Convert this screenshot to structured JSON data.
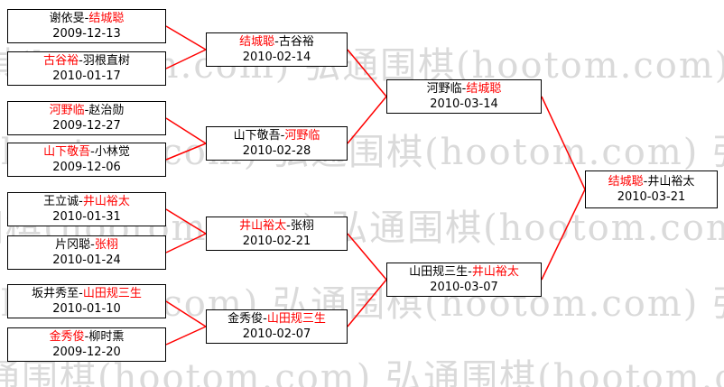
{
  "watermark": {
    "text": "弘通围棋(hootom.com) 弘通围棋(hootom.com) 弘通围棋"
  },
  "bracket": {
    "round1": [
      {
        "pre": "谢依旻-",
        "winner": "结城聪",
        "post": "",
        "date": "2009-12-13"
      },
      {
        "pre": "",
        "winner": "古谷裕",
        "post": "-羽根直树",
        "date": "2010-01-17"
      },
      {
        "pre": "",
        "winner": "河野临",
        "post": "-赵治勋",
        "date": "2009-12-27"
      },
      {
        "pre": "",
        "winner": "山下敬吾",
        "post": "-小林觉",
        "date": "2009-12-06"
      },
      {
        "pre": "王立诚-",
        "winner": "井山裕太",
        "post": "",
        "date": "2010-01-31"
      },
      {
        "pre": "片冈聪-",
        "winner": "张栩",
        "post": "",
        "date": "2010-01-24"
      },
      {
        "pre": "坂井秀至-",
        "winner": "山田规三生",
        "post": "",
        "date": "2010-01-10"
      },
      {
        "pre": "",
        "winner": "金秀俊",
        "post": "-柳时熏",
        "date": "2009-12-20"
      }
    ],
    "round2": [
      {
        "pre": "",
        "winner": "结城聪",
        "post": "-古谷裕",
        "date": "2010-02-14"
      },
      {
        "pre": "山下敬吾-",
        "winner": "河野临",
        "post": "",
        "date": "2010-02-28"
      },
      {
        "pre": "",
        "winner": "井山裕太",
        "post": "-张栩",
        "date": "2010-02-21"
      },
      {
        "pre": "金秀俊-",
        "winner": "山田规三生",
        "post": "",
        "date": "2010-02-07"
      }
    ],
    "semifinals": [
      {
        "pre": "河野临-",
        "winner": "结城聪",
        "post": "",
        "date": "2010-03-14"
      },
      {
        "pre": "山田规三生-",
        "winner": "井山裕太",
        "post": "",
        "date": "2010-03-07"
      }
    ],
    "final": [
      {
        "pre": "",
        "winner": "结城聪",
        "post": "-井山裕太",
        "date": "2010-03-21"
      }
    ]
  },
  "colors": {
    "winner": "#ff0000",
    "line": "#ff0000",
    "border": "#000000",
    "watermark": "#dadada",
    "background": "#ffffff"
  }
}
